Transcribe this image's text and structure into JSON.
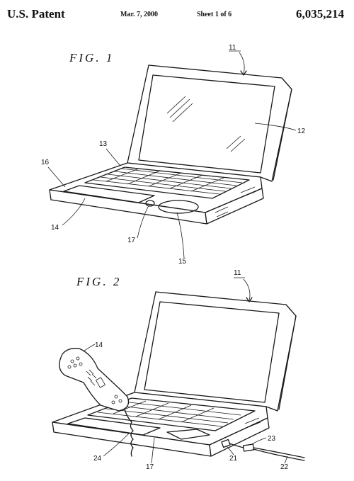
{
  "header": {
    "left": "U.S. Patent",
    "date": "Mar. 7, 2000",
    "sheet": "Sheet 1 of 6",
    "patent_number": "6,035,214"
  },
  "figures": [
    {
      "label": "FIG. 1",
      "refs": [
        "11",
        "12",
        "13",
        "16",
        "14",
        "17",
        "15"
      ]
    },
    {
      "label": "FIG. 2",
      "refs": [
        "11",
        "14",
        "24",
        "17",
        "21",
        "23",
        "22"
      ]
    }
  ]
}
